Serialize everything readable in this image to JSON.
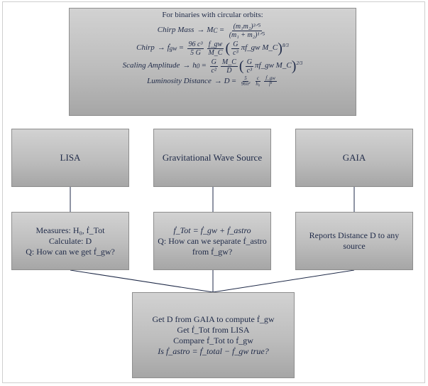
{
  "formulas": {
    "title": "For binaries with circular orbits:",
    "chirp_mass": {
      "name": "Chirp Mass",
      "lhs": "→ M",
      "lhs_sub": "C",
      "eq": "=",
      "num": "(m₁m₂)³ᐟ⁵",
      "den": "(m₁ + m₂)¹ᐟ⁵"
    },
    "chirp": {
      "name": "Chirp",
      "lhs": "→  ḟ",
      "lhs_sub": "gw",
      "eq": "=",
      "f1_num": "96 c³",
      "f1_den": "5  G",
      "f2_num": "f_gw",
      "f2_den": "M_C",
      "p_num": "G",
      "p_den": "c³",
      "p_tail": "πf_gw M_C",
      "exp": "8/3"
    },
    "scaling": {
      "name": "Scaling Amplitude",
      "lhs": "→ h",
      "lhs_sub": "0",
      "eq": "=",
      "f1_num": "G",
      "f1_den": "c²",
      "f2_num": "M_C",
      "f2_den": "D",
      "p_num": "G",
      "p_den": "c³",
      "p_tail": "πf_gw M_C",
      "exp": "2/3"
    },
    "luminosity": {
      "name": "Luminosity Distance",
      "lhs": "→ D",
      "eq": "=",
      "f1_num": "5",
      "f1_den": "96π²",
      "f2_num": "c",
      "f2_den": "h₀",
      "f3_num": "ḟ_gw",
      "f3_den": "f³"
    }
  },
  "top": {
    "lisa": "LISA",
    "source": "Gravitational Wave Source",
    "gaia": "GAIA"
  },
  "middle": {
    "lisa_lines": [
      "Measures: H₀, ḟ_Tot",
      "Calculate: D",
      "Q: How can we get ḟ_gw?"
    ],
    "source_lines": [
      "ḟ_Tot = ḟ_gw + ḟ_astro",
      "Q: How can we separate ḟ_astro",
      "from ḟ_gw?"
    ],
    "gaia_lines": [
      "Reports Distance D to any",
      "source"
    ]
  },
  "bottom": {
    "lines": [
      "Get D from GAIA to compute ḟ_gw",
      "Get ḟ_Tot from LISA",
      "Compare ḟ_Tot to ḟ_gw",
      "Is ḟ_astro = ḟ_total − ḟ_gw true?"
    ]
  },
  "colors": {
    "text": "#1f2a48",
    "box_light": "#d2d2d2",
    "box_dark": "#a6a6a6",
    "line": "#1f2a48"
  }
}
